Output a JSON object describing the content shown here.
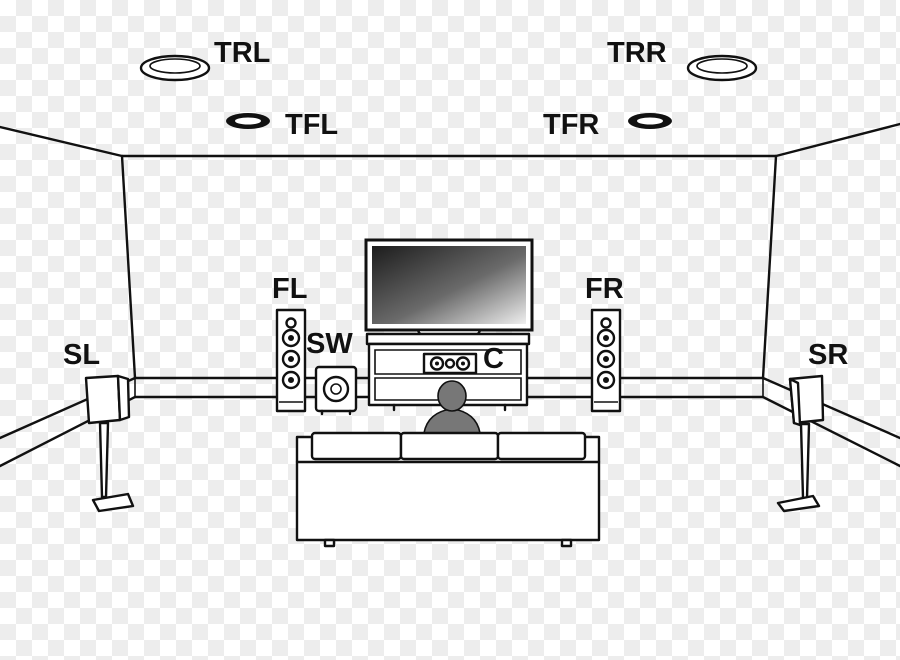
{
  "speakers": {
    "trl": "TRL",
    "trr": "TRR",
    "tfl": "TFL",
    "tfr": "TFR",
    "fl": "FL",
    "fr": "FR",
    "sw": "SW",
    "c": "C",
    "sl": "SL",
    "sr": "SR"
  },
  "colors": {
    "line": "#111111",
    "fill": "#ffffff",
    "screen_dark": "#222222",
    "screen_light": "#e4e4e4",
    "listener": "#7a7a7a"
  }
}
